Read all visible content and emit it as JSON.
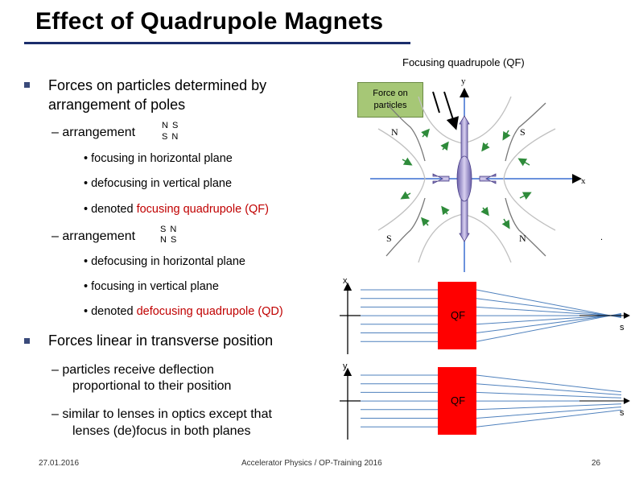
{
  "title": "Effect of Quadrupole Magnets",
  "bullets": {
    "b1": {
      "line1": "Forces on particles determined by",
      "line2": "arrangement of poles",
      "sub1": {
        "label": "– arrangement",
        "poles_top": "N S",
        "poles_bottom": "S N",
        "items": [
          "• focusing in horizontal plane",
          "• defocusing in vertical plane"
        ],
        "denoted_prefix": "• denoted ",
        "denoted_highlight": "focusing quadrupole (QF)"
      },
      "sub2": {
        "label": "– arrangement",
        "poles_top": "S N",
        "poles_bottom": "N S",
        "items": [
          "• defocusing in horizontal plane",
          "• focusing in vertical plane"
        ],
        "denoted_prefix": "• denoted ",
        "denoted_highlight": "defocusing quadrupole (QD)"
      }
    },
    "b2": {
      "line1": "Forces linear in transverse position",
      "sub1_line1": "– particles receive deflection",
      "sub1_line2": "proportional to their position",
      "sub2_line1": "– similar to lenses in optics except that",
      "sub2_line2": "lenses (de)focus in both planes"
    }
  },
  "figure_quad": {
    "label": "Focusing quadrupole (QF)",
    "force_box_line1": "Force on",
    "force_box_line2": "particles",
    "axis_y": "y",
    "axis_x": "x",
    "pole_tl": "N",
    "pole_tr": "S",
    "pole_bl": "S",
    "pole_br": "N",
    "dot": "."
  },
  "figure_lens": {
    "top": {
      "axis": "x",
      "lens_label": "QF",
      "s_label": "s"
    },
    "bottom": {
      "axis": "y",
      "lens_label": "QF",
      "s_label": "s"
    },
    "colors": {
      "lens": "#ff0000",
      "rays": "#4f81bd"
    }
  },
  "footer": {
    "date": "27.01.2016",
    "course": "Accelerator Physics / OP-Training 2016",
    "page": "26"
  }
}
